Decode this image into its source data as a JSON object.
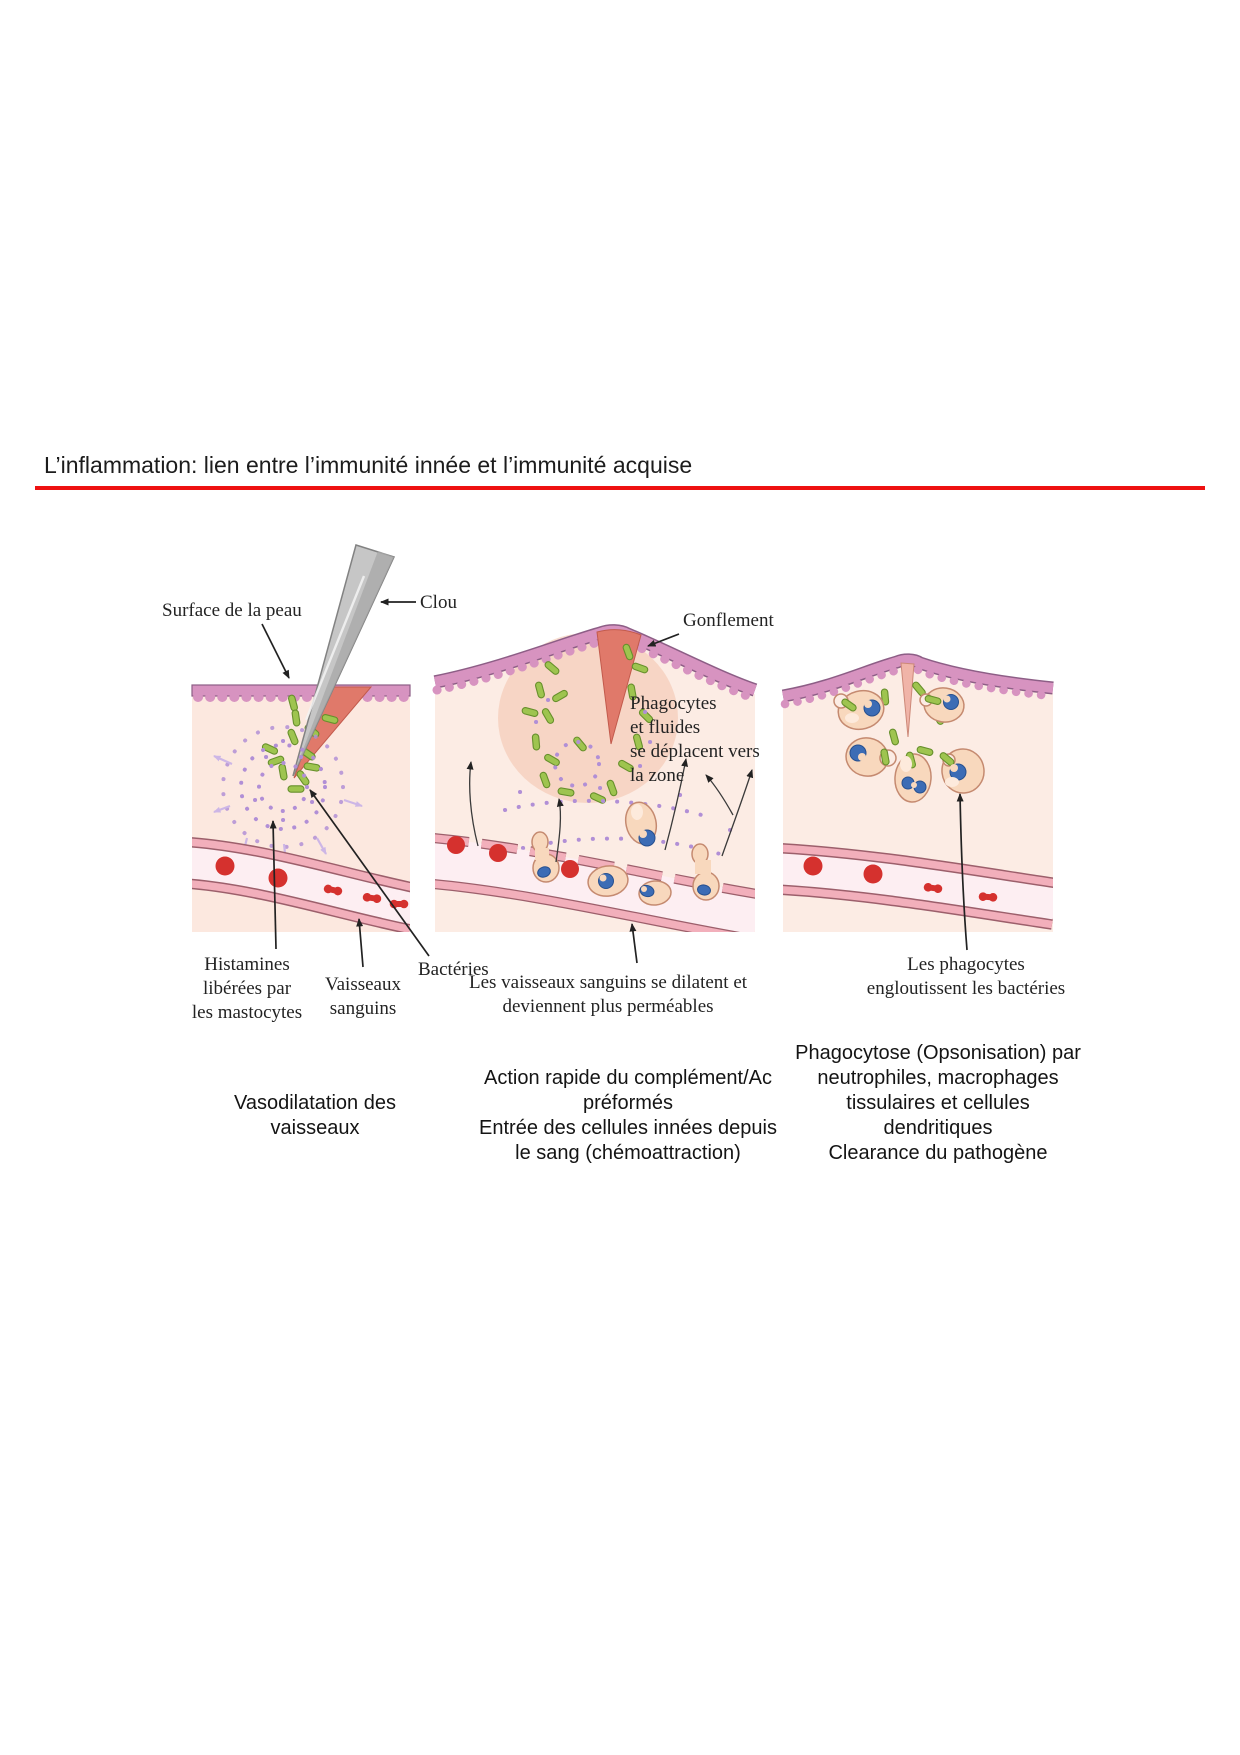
{
  "page": {
    "title": "L’inflammation: lien entre l’immunité innée et l’immunité acquise",
    "divider_color": "#ee1111",
    "background_color": "#ffffff"
  },
  "diagram": {
    "panels": [
      {
        "name": "vasodilatation",
        "labels": {
          "surface_peau": "Surface de la peau",
          "clou": "Clou",
          "histamines": "Histamines\nlibérées par\nles mastocytes",
          "vaisseaux": "Vaisseaux\nsanguins",
          "bacteries": "Bactéries"
        },
        "caption": "Vasodilatation des\nvaisseaux"
      },
      {
        "name": "dilatation-permeabilite",
        "labels": {
          "gonflement": "Gonflement",
          "phagocytes_fluides": "Phagocytes\net fluides\nse déplacent vers\nla zone",
          "vaisseaux_dilatent": "Les vaisseaux sanguins se dilatent et\ndeviennent plus perméables"
        },
        "caption": "Action rapide du complément/Ac\npréformés\nEntrée des cellules innées depuis\nle sang (chémoattraction)"
      },
      {
        "name": "phagocytose",
        "labels": {
          "phagocytes_engloutissent": "Les phagocytes\nengloutissent les bactéries"
        },
        "caption": "Phagocytose (Opsonisation) par\nneutrophiles, macrophages\ntissulaires et cellules\ndendritiques\nClearance du pathogène"
      }
    ],
    "colors": {
      "epidermis": "#d793c0",
      "dermis": "#fce8df",
      "wound": "#e0796a",
      "bacteria": "#9ec44f",
      "histamine_dots": "#b18fd6",
      "vessel_wall": "#f2afbb",
      "vessel_lumen": "#fdeef2",
      "red_blood_cell": "#d5312e",
      "phagocyte_body": "#f8d8bd",
      "phagocyte_nucleus": "#3c6cb5",
      "nail": "#c6c6c6",
      "label_text": "#232323"
    }
  }
}
